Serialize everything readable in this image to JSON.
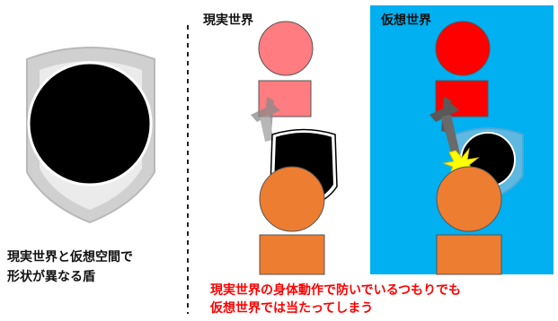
{
  "left": {
    "caption_line1": "現実世界と仮想空間で",
    "caption_line2": "形状が異なる盾"
  },
  "real_world": {
    "title": "現実世界"
  },
  "virtual_world": {
    "title": "仮想世界"
  },
  "bottom_caption": {
    "line1": "現実世界の身体動作で防いでいるつもりでも",
    "line2": "仮想世界では当たってしまう"
  },
  "colors": {
    "virtual_background": "#00b0f0",
    "real_attacker": "#ff7c80",
    "virtual_attacker": "#ff0000",
    "defender": "#ed7d31",
    "shield_frame": "#d0d0d0",
    "shield_core": "#000000",
    "sword": "#595959",
    "impact": "#ffff00",
    "caption_red": "#ff0000"
  },
  "icons": {
    "shield": "shield-icon",
    "sword": "sword-icon",
    "impact": "impact-burst-icon",
    "divider": "dashed-divider"
  }
}
